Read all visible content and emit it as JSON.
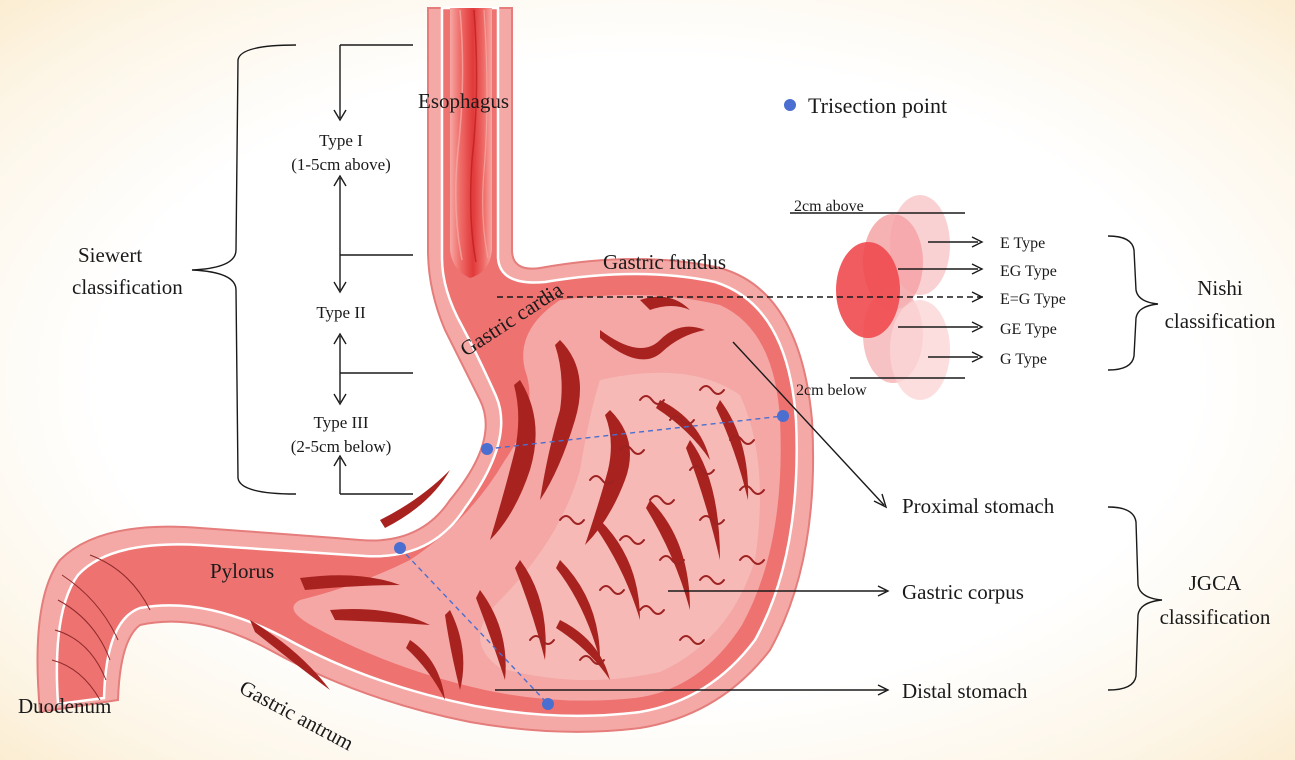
{
  "legend": {
    "label": "Trisection point",
    "color": "#4a6fd0"
  },
  "anatomy": {
    "esophagus": "Esophagus",
    "gastric_fundus": "Gastric fundus",
    "gastric_cardia": "Gastric cardia",
    "pylorus": "Pylorus",
    "duodenum": "Duodenum",
    "gastric_antrum": "Gastric antrum"
  },
  "siewert": {
    "title_line1": "Siewert",
    "title_line2": "classification",
    "type1_line1": "Type I",
    "type1_line2": "(1-5cm above)",
    "type2": "Type II",
    "type3_line1": "Type III",
    "type3_line2": "(2-5cm below)"
  },
  "nishi": {
    "title_line1": "Nishi",
    "title_line2": "classification",
    "above": "2cm above",
    "below": "2cm below",
    "types": [
      "E Type",
      "EG Type",
      "E=G Type",
      "GE Type",
      "G Type"
    ]
  },
  "jgca": {
    "title_line1": "JGCA",
    "title_line2": "classification",
    "proximal": "Proximal stomach",
    "corpus": "Gastric corpus",
    "distal": "Distal stomach"
  },
  "colors": {
    "stomach_outer": "#f3a3a0",
    "stomach_inner": "#ec6f6f",
    "mucosa": "#f7b6b4",
    "fold": "#9c1f1f",
    "esophagus_core": "#e23a3a",
    "nishi_circle": "#f04a4f"
  }
}
